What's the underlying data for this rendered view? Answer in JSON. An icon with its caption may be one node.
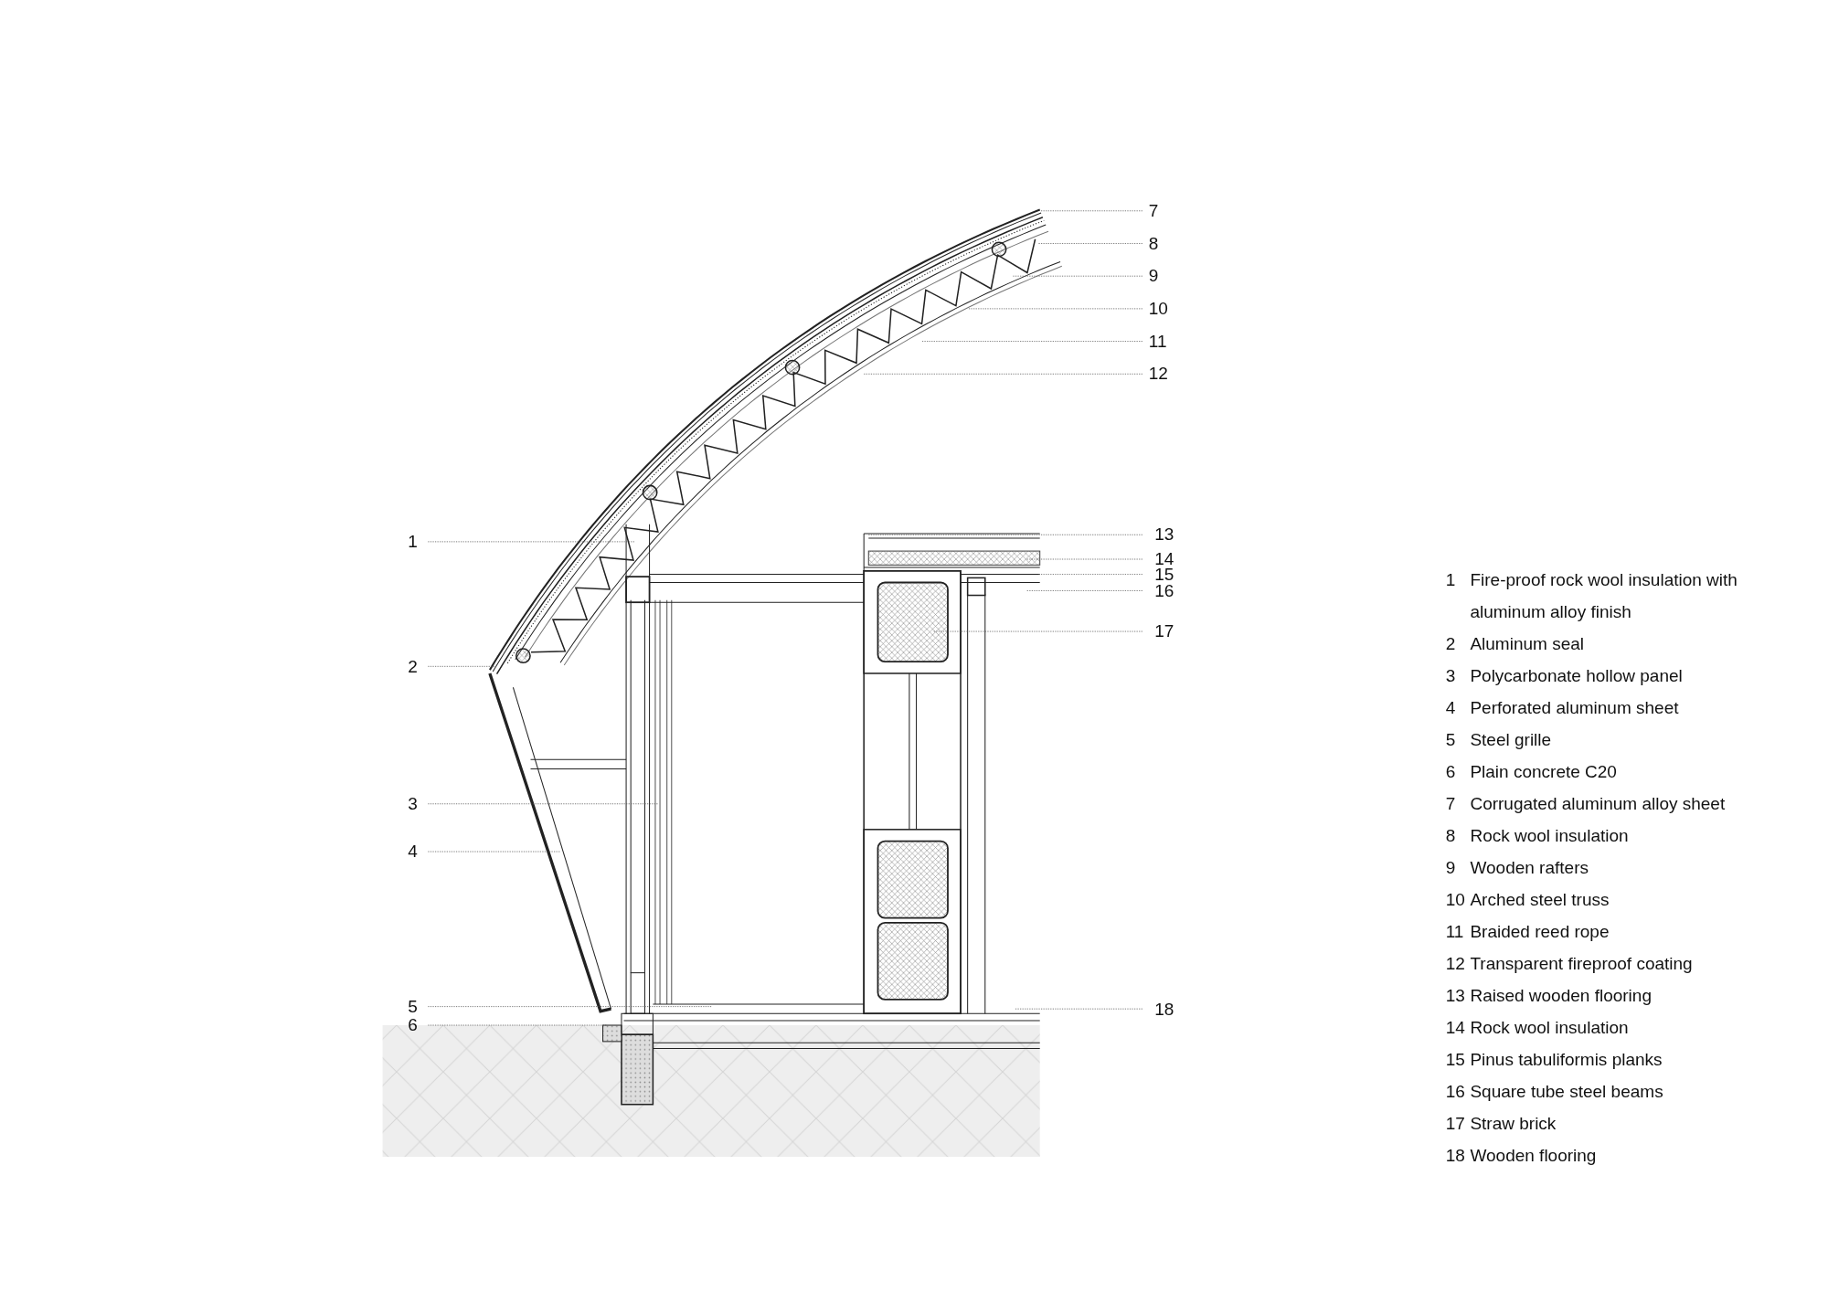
{
  "diagram": {
    "nodes": [
      {
        "text": [
          "1"
        ]
      },
      {
        "text": [
          "2"
        ]
      },
      {
        "text": [
          "3"
        ]
      },
      {
        "text": [
          "4"
        ]
      },
      {
        "text": [
          "5"
        ]
      },
      {
        "text": [
          "6"
        ]
      },
      {
        "text": [
          "7"
        ]
      },
      {
        "text": [
          "8"
        ]
      },
      {
        "text": [
          "9"
        ]
      },
      {
        "text": [
          "10"
        ]
      },
      {
        "text": [
          "11"
        ]
      },
      {
        "text": [
          "12"
        ]
      },
      {
        "text": [
          "13"
        ]
      },
      {
        "text": [
          "14"
        ]
      },
      {
        "text": [
          "15"
        ]
      },
      {
        "text": [
          "16"
        ]
      },
      {
        "text": [
          "17"
        ]
      },
      {
        "text": [
          "18"
        ]
      }
    ],
    "edges": [
      {
        "from": 0,
        "to": null,
        "arrow": "none"
      },
      {
        "from": 1,
        "to": null,
        "arrow": "none"
      },
      {
        "from": 2,
        "to": null,
        "arrow": "none"
      },
      {
        "from": 3,
        "to": null,
        "arrow": "none"
      },
      {
        "from": 4,
        "to": null,
        "arrow": "none"
      },
      {
        "from": 5,
        "to": null,
        "arrow": "none"
      },
      {
        "from": 6,
        "to": null,
        "arrow": "none"
      },
      {
        "from": 7,
        "to": null,
        "arrow": "none"
      },
      {
        "from": 8,
        "to": null,
        "arrow": "none"
      },
      {
        "from": 9,
        "to": null,
        "arrow": "none"
      },
      {
        "from": 10,
        "to": null,
        "arrow": "none"
      },
      {
        "from": 11,
        "to": null,
        "arrow": "none"
      },
      {
        "from": 12,
        "to": null,
        "arrow": "none"
      },
      {
        "from": 13,
        "to": null,
        "arrow": "none"
      },
      {
        "from": 14,
        "to": null,
        "arrow": "none"
      },
      {
        "from": 15,
        "to": null,
        "arrow": "none"
      },
      {
        "from": 16,
        "to": null,
        "arrow": "none"
      },
      {
        "from": 17,
        "to": null,
        "arrow": "none"
      }
    ],
    "labels": [
      "1",
      "Fire-proof rock wool insulation with aluminum alloy finish",
      "2",
      "Aluminum seal",
      "3",
      "Polycarbonate hollow panel",
      "4",
      "Perforated aluminum sheet",
      "5",
      "Steel grille",
      "6",
      "Plain concrete C20",
      "7",
      "Corrugated aluminum alloy sheet",
      "8",
      "Rock wool insulation",
      "9",
      "Wooden rafters",
      "10",
      "Arched steel truss",
      "11",
      "Braided reed rope",
      "12",
      "Transparent fireproof coating",
      "13",
      "Raised wooden flooring",
      "14",
      "Rock wool insulation",
      "15",
      "Pinus tabuliformis planks",
      "16",
      "Square tube steel beams",
      "17",
      "Straw brick",
      "18",
      "Wooden flooring"
    ]
  }
}
